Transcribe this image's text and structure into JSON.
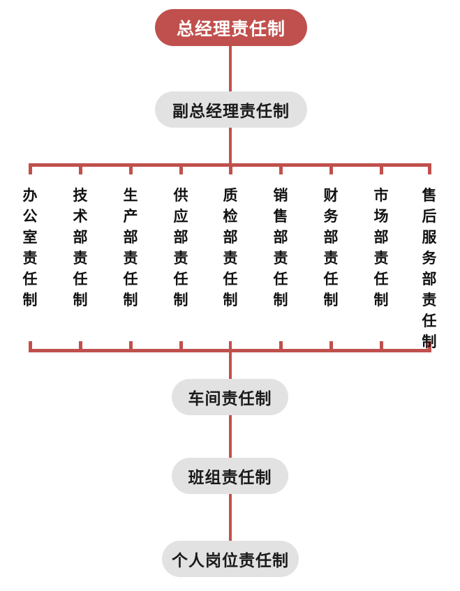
{
  "diagram": {
    "title": "责任制体系组织架构图",
    "colors": {
      "accent_red": "#C0504D",
      "node_gray": "#E2E2E2",
      "text_dark": "#111111",
      "text_light": "#FFFFFF",
      "background": "#FFFFFF"
    },
    "nodes": {
      "root": {
        "label": "总经理责任制",
        "style": "red"
      },
      "deputy": {
        "label": "副总经理责任制",
        "style": "gray"
      },
      "workshop": {
        "label": "车间责任制",
        "style": "gray"
      },
      "team": {
        "label": "班组责任制",
        "style": "gray"
      },
      "individual": {
        "label": "个人岗位责任制",
        "style": "gray"
      }
    },
    "departments": [
      {
        "label": "办公室责任制",
        "chars": [
          "办",
          "公",
          "室",
          "责",
          "任",
          "制"
        ]
      },
      {
        "label": "技术部责任制",
        "chars": [
          "技",
          "术",
          "部",
          "责",
          "任",
          "制"
        ]
      },
      {
        "label": "生产部责任制",
        "chars": [
          "生",
          "产",
          "部",
          "责",
          "任",
          "制"
        ]
      },
      {
        "label": "供应部责任制",
        "chars": [
          "供",
          "应",
          "部",
          "责",
          "任",
          "制"
        ]
      },
      {
        "label": "质检部责任制",
        "chars": [
          "质",
          "检",
          "部",
          "责",
          "任",
          "制"
        ]
      },
      {
        "label": "销售部责任制",
        "chars": [
          "销",
          "售",
          "部",
          "责",
          "任",
          "制"
        ]
      },
      {
        "label": "财务部责任制",
        "chars": [
          "财",
          "务",
          "部",
          "责",
          "任",
          "制"
        ]
      },
      {
        "label": "市场部责任制",
        "chars": [
          "市",
          "场",
          "部",
          "责",
          "任",
          "制"
        ]
      },
      {
        "label": "售后服务部责任制",
        "chars": [
          "售",
          "后",
          "服",
          "务",
          "部",
          "责",
          "任",
          "制"
        ]
      }
    ]
  }
}
